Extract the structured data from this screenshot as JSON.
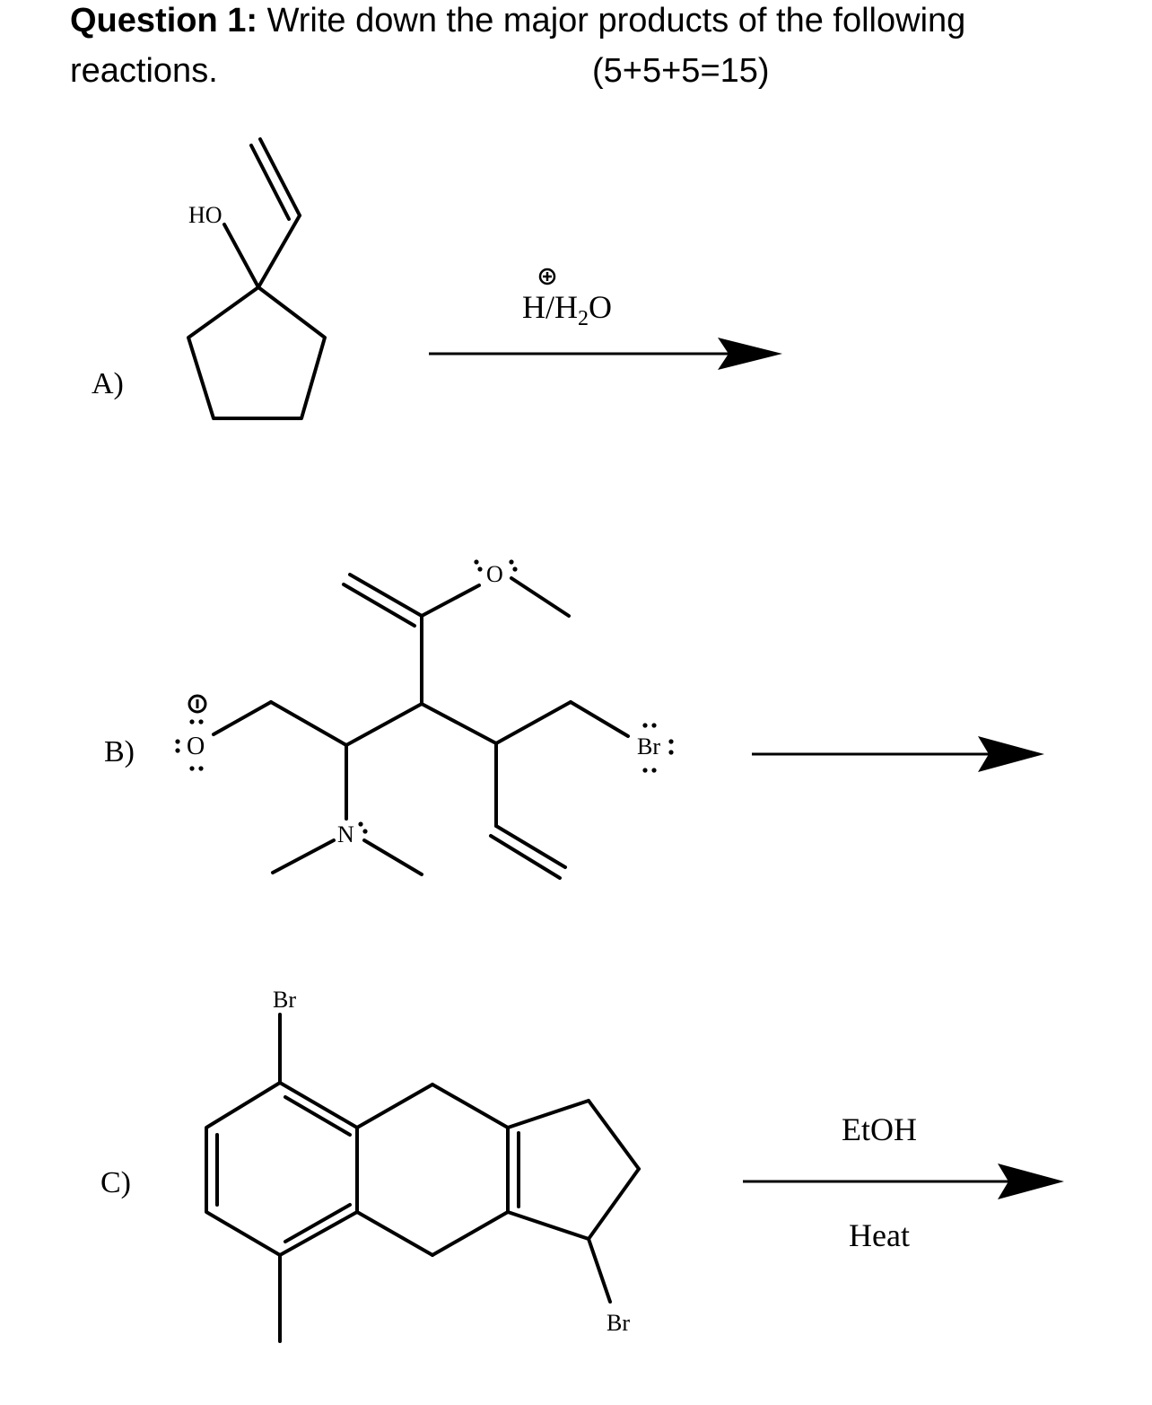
{
  "question": {
    "label": "Question 1:",
    "text": "Write down the major products of the following",
    "text_line2": "reactions.",
    "marks": "(5+5+5=15)"
  },
  "reactions": [
    {
      "label": "A)",
      "substituent_label": "HO",
      "reagent": {
        "charge": "+",
        "main": "H/H",
        "subscript": "2",
        "tail": "O"
      }
    },
    {
      "label": "B)",
      "atoms": [
        "O",
        "O",
        "N",
        "Br"
      ],
      "charge": "−"
    },
    {
      "label": "C)",
      "substituents": [
        "Br",
        "Br"
      ],
      "reagent_top": "EtOH",
      "reagent_bottom": "Heat"
    }
  ]
}
